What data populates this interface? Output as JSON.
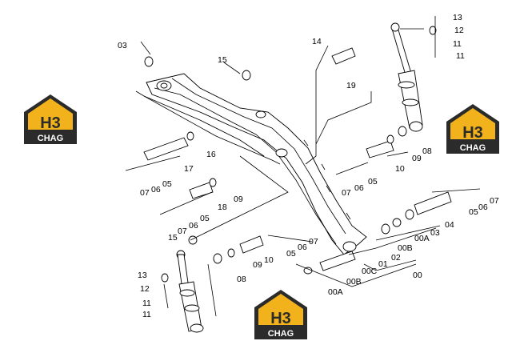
{
  "labels": {
    "l00": "00",
    "l00A_a": "00A",
    "l00A_b": "00A",
    "l00B_a": "00B",
    "l00B_b": "00B",
    "l00C": "00C",
    "l01": "01",
    "l02": "02",
    "l03_top": "03",
    "l03_right": "03",
    "l04": "04",
    "l05_a": "05",
    "l05_b": "05",
    "l05_c": "05",
    "l05_d": "05",
    "l05_e": "05",
    "l06_a": "06",
    "l06_b": "06",
    "l06_c": "06",
    "l06_d": "06",
    "l06_e": "06",
    "l07_a": "07",
    "l07_b": "07",
    "l07_c": "07",
    "l07_d": "07",
    "l07_e": "07",
    "l08_a": "08",
    "l08_b": "08",
    "l09_a": "09",
    "l09_b": "09",
    "l09_c": "09",
    "l10_a": "10",
    "l10_b": "10",
    "l11_a": "11",
    "l11_b": "11",
    "l11_c": "11",
    "l11_d": "11",
    "l12_a": "12",
    "l12_b": "12",
    "l13_a": "13",
    "l13_b": "13",
    "l14": "14",
    "l15_a": "15",
    "l15_b": "15",
    "l16": "16",
    "l17": "17",
    "l18": "18",
    "l19": "19"
  },
  "watermark": {
    "mark": "H3",
    "word": "CHAG"
  },
  "colors": {
    "logo_gold": "#f2b21b",
    "logo_dark": "#2b2b2b",
    "line": "#000000"
  }
}
